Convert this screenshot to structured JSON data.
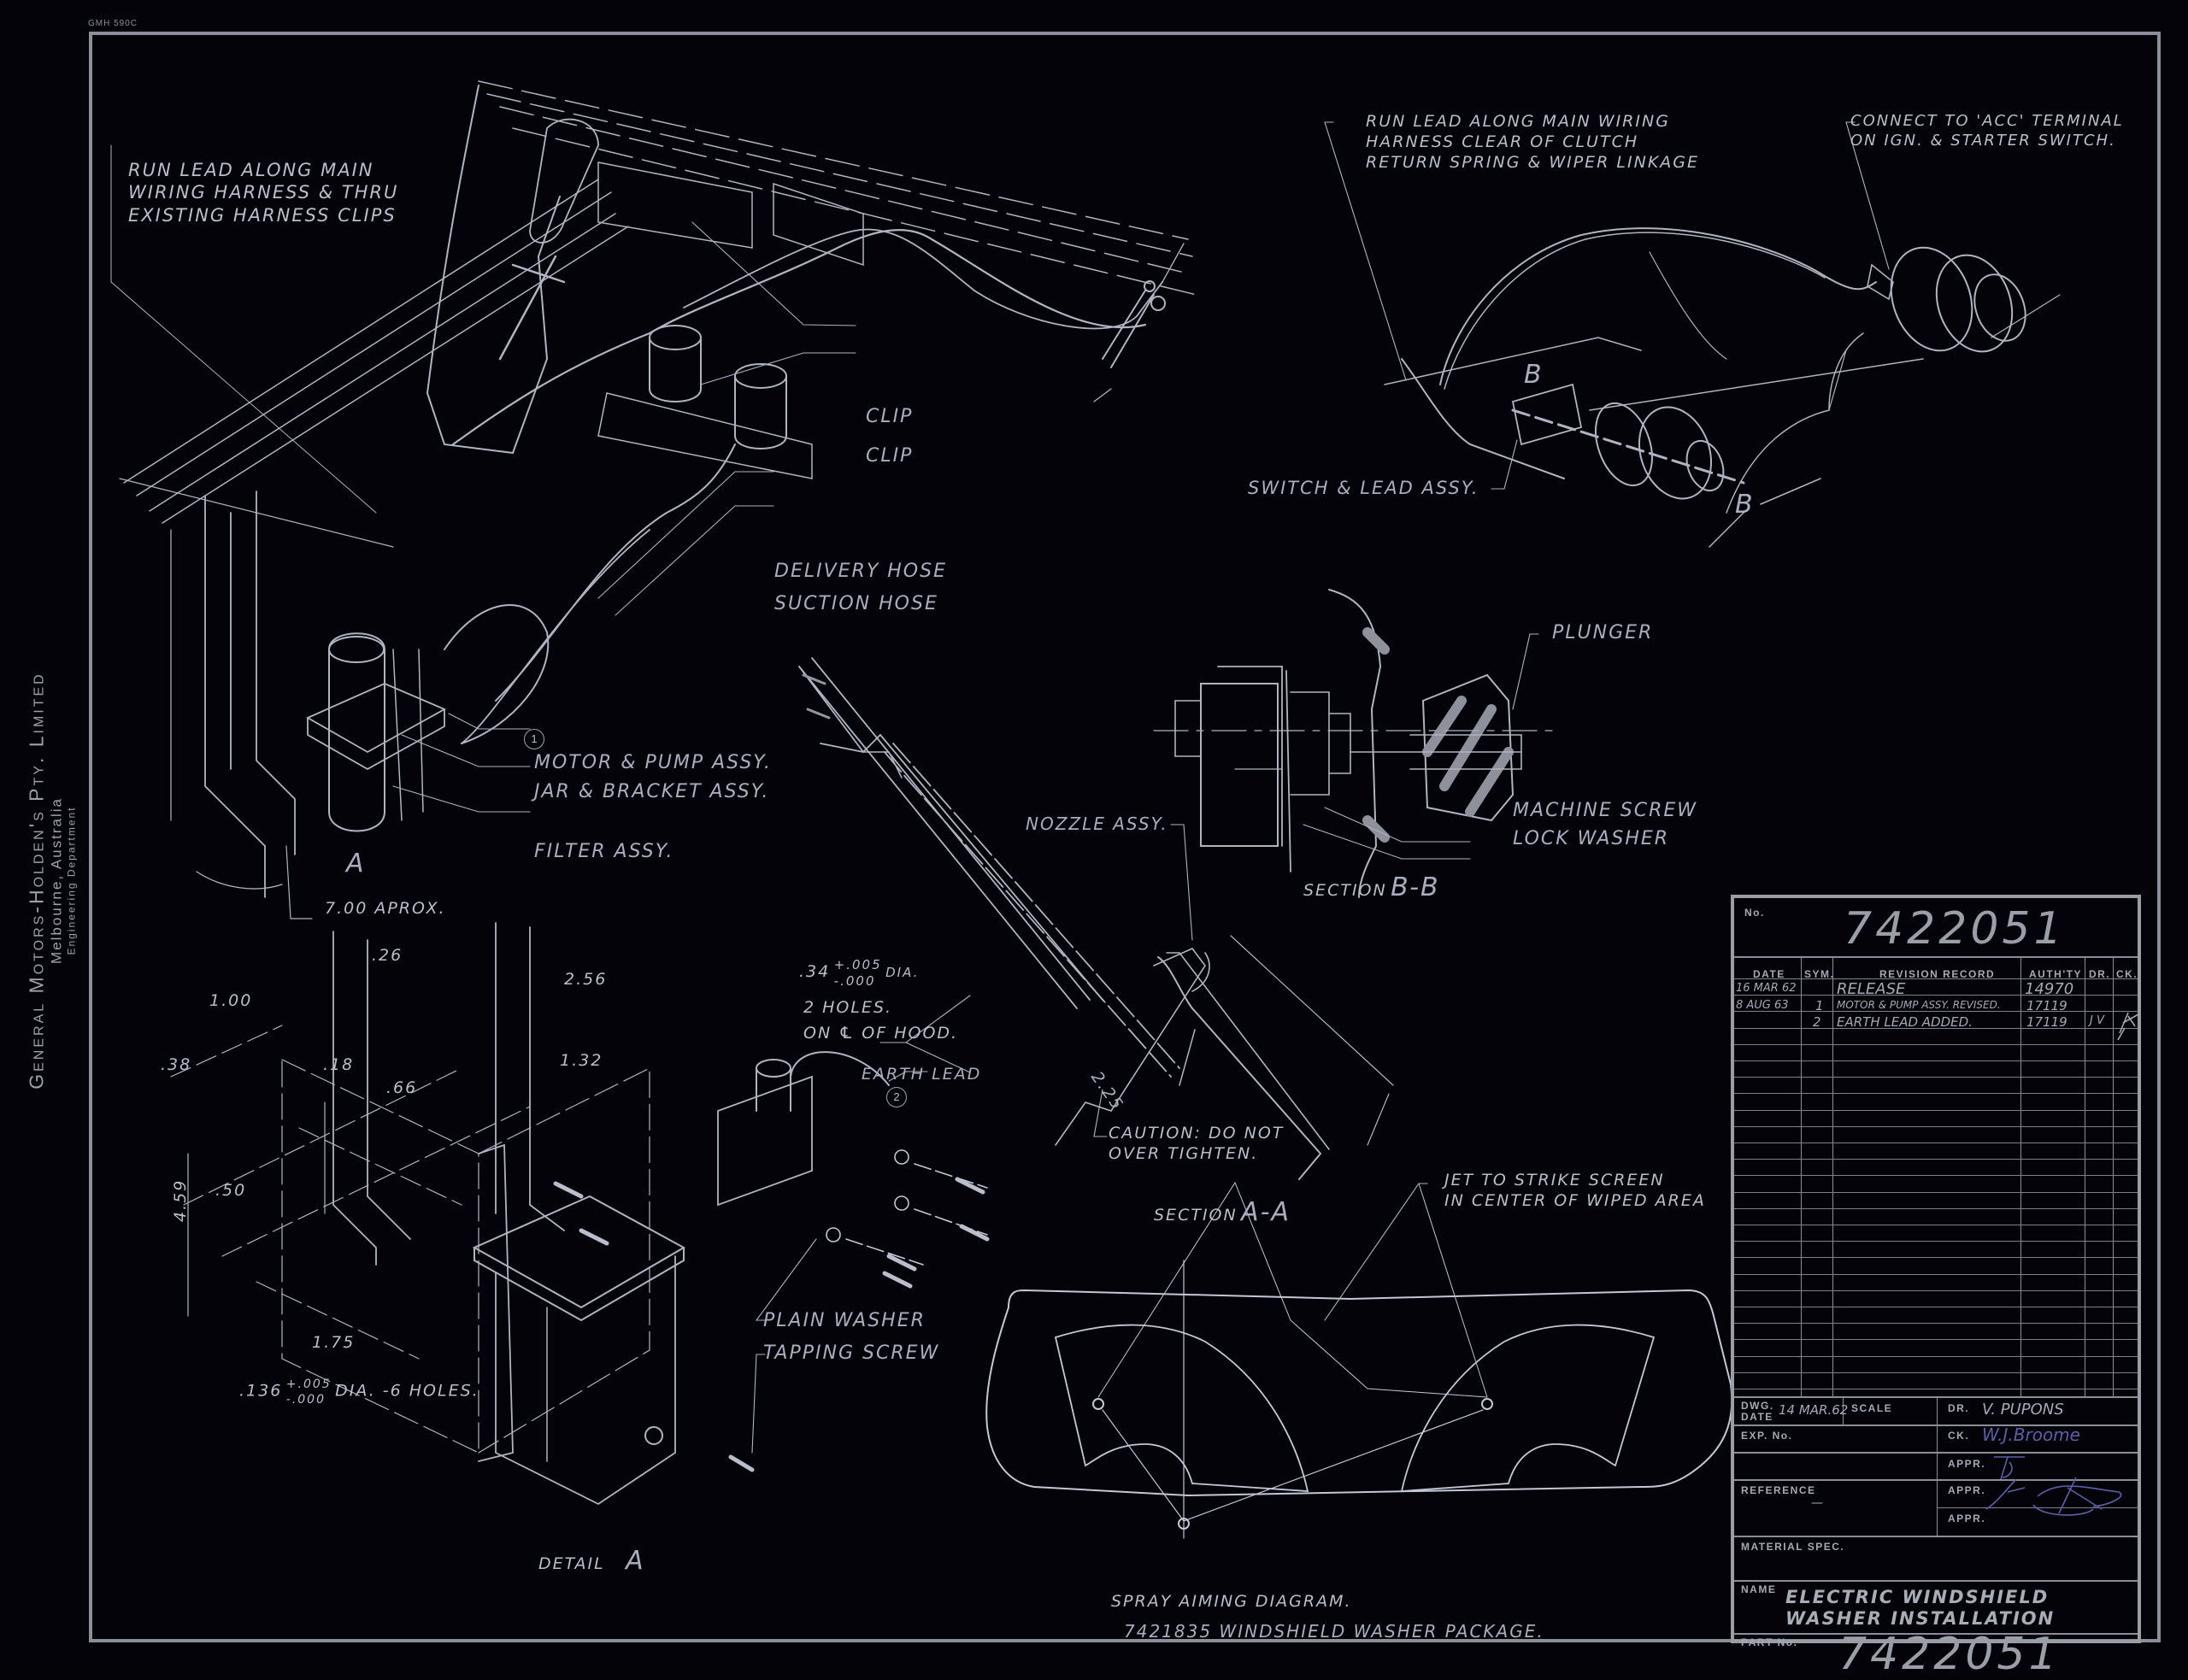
{
  "sheet": {
    "form_code": "GMH 590C",
    "company": {
      "name": "General Motors-Holden's Pty. Limited",
      "location": "Melbourne, Australia",
      "department": "Engineering Department"
    },
    "line_color": "#c3c7d6",
    "background_color": "#030309"
  },
  "notes": {
    "run_lead_harness_clips": [
      "RUN LEAD ALONG MAIN",
      "WIRING HARNESS & THRU",
      "EXISTING HARNESS CLIPS"
    ],
    "run_lead_clutch": [
      "RUN LEAD ALONG MAIN WIRING",
      "HARNESS CLEAR OF CLUTCH",
      "RETURN SPRING & WIPER LINKAGE"
    ],
    "connect_acc": [
      "CONNECT TO 'ACC' TERMINAL",
      "ON IGN. & STARTER SWITCH."
    ],
    "clip_1": "CLIP",
    "clip_2": "CLIP",
    "delivery_hose": "DELIVERY HOSE",
    "suction_hose": "SUCTION HOSE",
    "motor_pump": "MOTOR & PUMP ASSY.",
    "motor_pump_ref": "1",
    "jar_bracket": "JAR & BRACKET ASSY.",
    "filter": "FILTER ASSY.",
    "approx": "7.00 APROX.",
    "view_a_marker": "A",
    "switch_lead": "SWITCH & LEAD ASSY.",
    "section_b_marker": "B",
    "plunger": "PLUNGER",
    "machine_screw": "MACHINE SCREW",
    "lock_washer": "LOCK WASHER",
    "section_bb_word": "SECTION",
    "section_bb_letters": "B-B",
    "nozzle": "NOZZLE ASSY.",
    "holes_dia_main": ".34",
    "holes_dia_plus": "+.005",
    "holes_dia_minus": "-.000",
    "holes_dia_suffix": "DIA.",
    "holes_count": "2 HOLES.",
    "holes_location": "ON ℄ OF HOOD.",
    "dim_225": "2.25",
    "earth_lead": "EARTH LEAD",
    "earth_lead_ref": "2",
    "caution": [
      "CAUTION: DO NOT",
      "OVER TIGHTEN."
    ],
    "section_aa_word": "SECTION",
    "section_aa_letters": "A-A",
    "plain_washer": "PLAIN WASHER",
    "tapping_screw": "TAPPING SCREW",
    "detail_word": "DETAIL",
    "detail_letter": "A",
    "jet_strike": [
      "JET TO STRIKE SCREEN",
      "IN CENTER OF WIPED AREA"
    ],
    "spray_diagram": "SPRAY AIMING DIAGRAM.",
    "package": "7421835  WINDSHIELD  WASHER  PACKAGE."
  },
  "dimensions": {
    "d_026": ".26",
    "d_100": "1.00",
    "d_256": "2.56",
    "d_038": ".38",
    "d_018": ".18",
    "d_066": ".66",
    "d_132": "1.32",
    "d_050": ".50",
    "d_459": "4.59",
    "d_175": "1.75",
    "holes6_main": ".136",
    "holes6_plus": "+.005",
    "holes6_minus": "-.000",
    "holes6_suffix": "DIA. -6 HOLES."
  },
  "title_block": {
    "no_label": "No.",
    "drawing_number": "7422051",
    "revision_headers": [
      "DATE",
      "SYM.",
      "REVISION RECORD",
      "AUTH'TY",
      "DR.",
      "CK."
    ],
    "revisions": [
      {
        "date": "16 MAR 62",
        "sym": "",
        "record": "RELEASE",
        "authority": "14970",
        "dr": "",
        "ck": ""
      },
      {
        "date": "8 AUG 63",
        "sym": "1",
        "record": "MOTOR & PUMP ASSY. REVISED.",
        "authority": "17119",
        "dr": "",
        "ck": ""
      },
      {
        "date": "",
        "sym": "2",
        "record": "EARTH LEAD ADDED.",
        "authority": "17119",
        "dr": "J V",
        "ck": "initials"
      }
    ],
    "dwg_date_label": "DWG. DATE",
    "dwg_date": "14 MAR.62",
    "scale_label": "SCALE",
    "dr_label": "DR.",
    "drawn_by": "V. PUPONS",
    "exp_no_label": "EXP. No.",
    "ck_label": "CK.",
    "checked_by_signature": "W.J.Broome",
    "appr_label": "APPR.",
    "reference_label": "REFERENCE",
    "reference_value": "—",
    "material_spec_label": "MATERIAL SPEC.",
    "material_spec_value": "",
    "name_label": "NAME",
    "name_lines": [
      "ELECTRIC  WINDSHIELD",
      "WASHER  INSTALLATION"
    ],
    "part_no_label": "PART No.",
    "part_number": "7422051",
    "signature_ink_color": "#5b5fa8"
  }
}
